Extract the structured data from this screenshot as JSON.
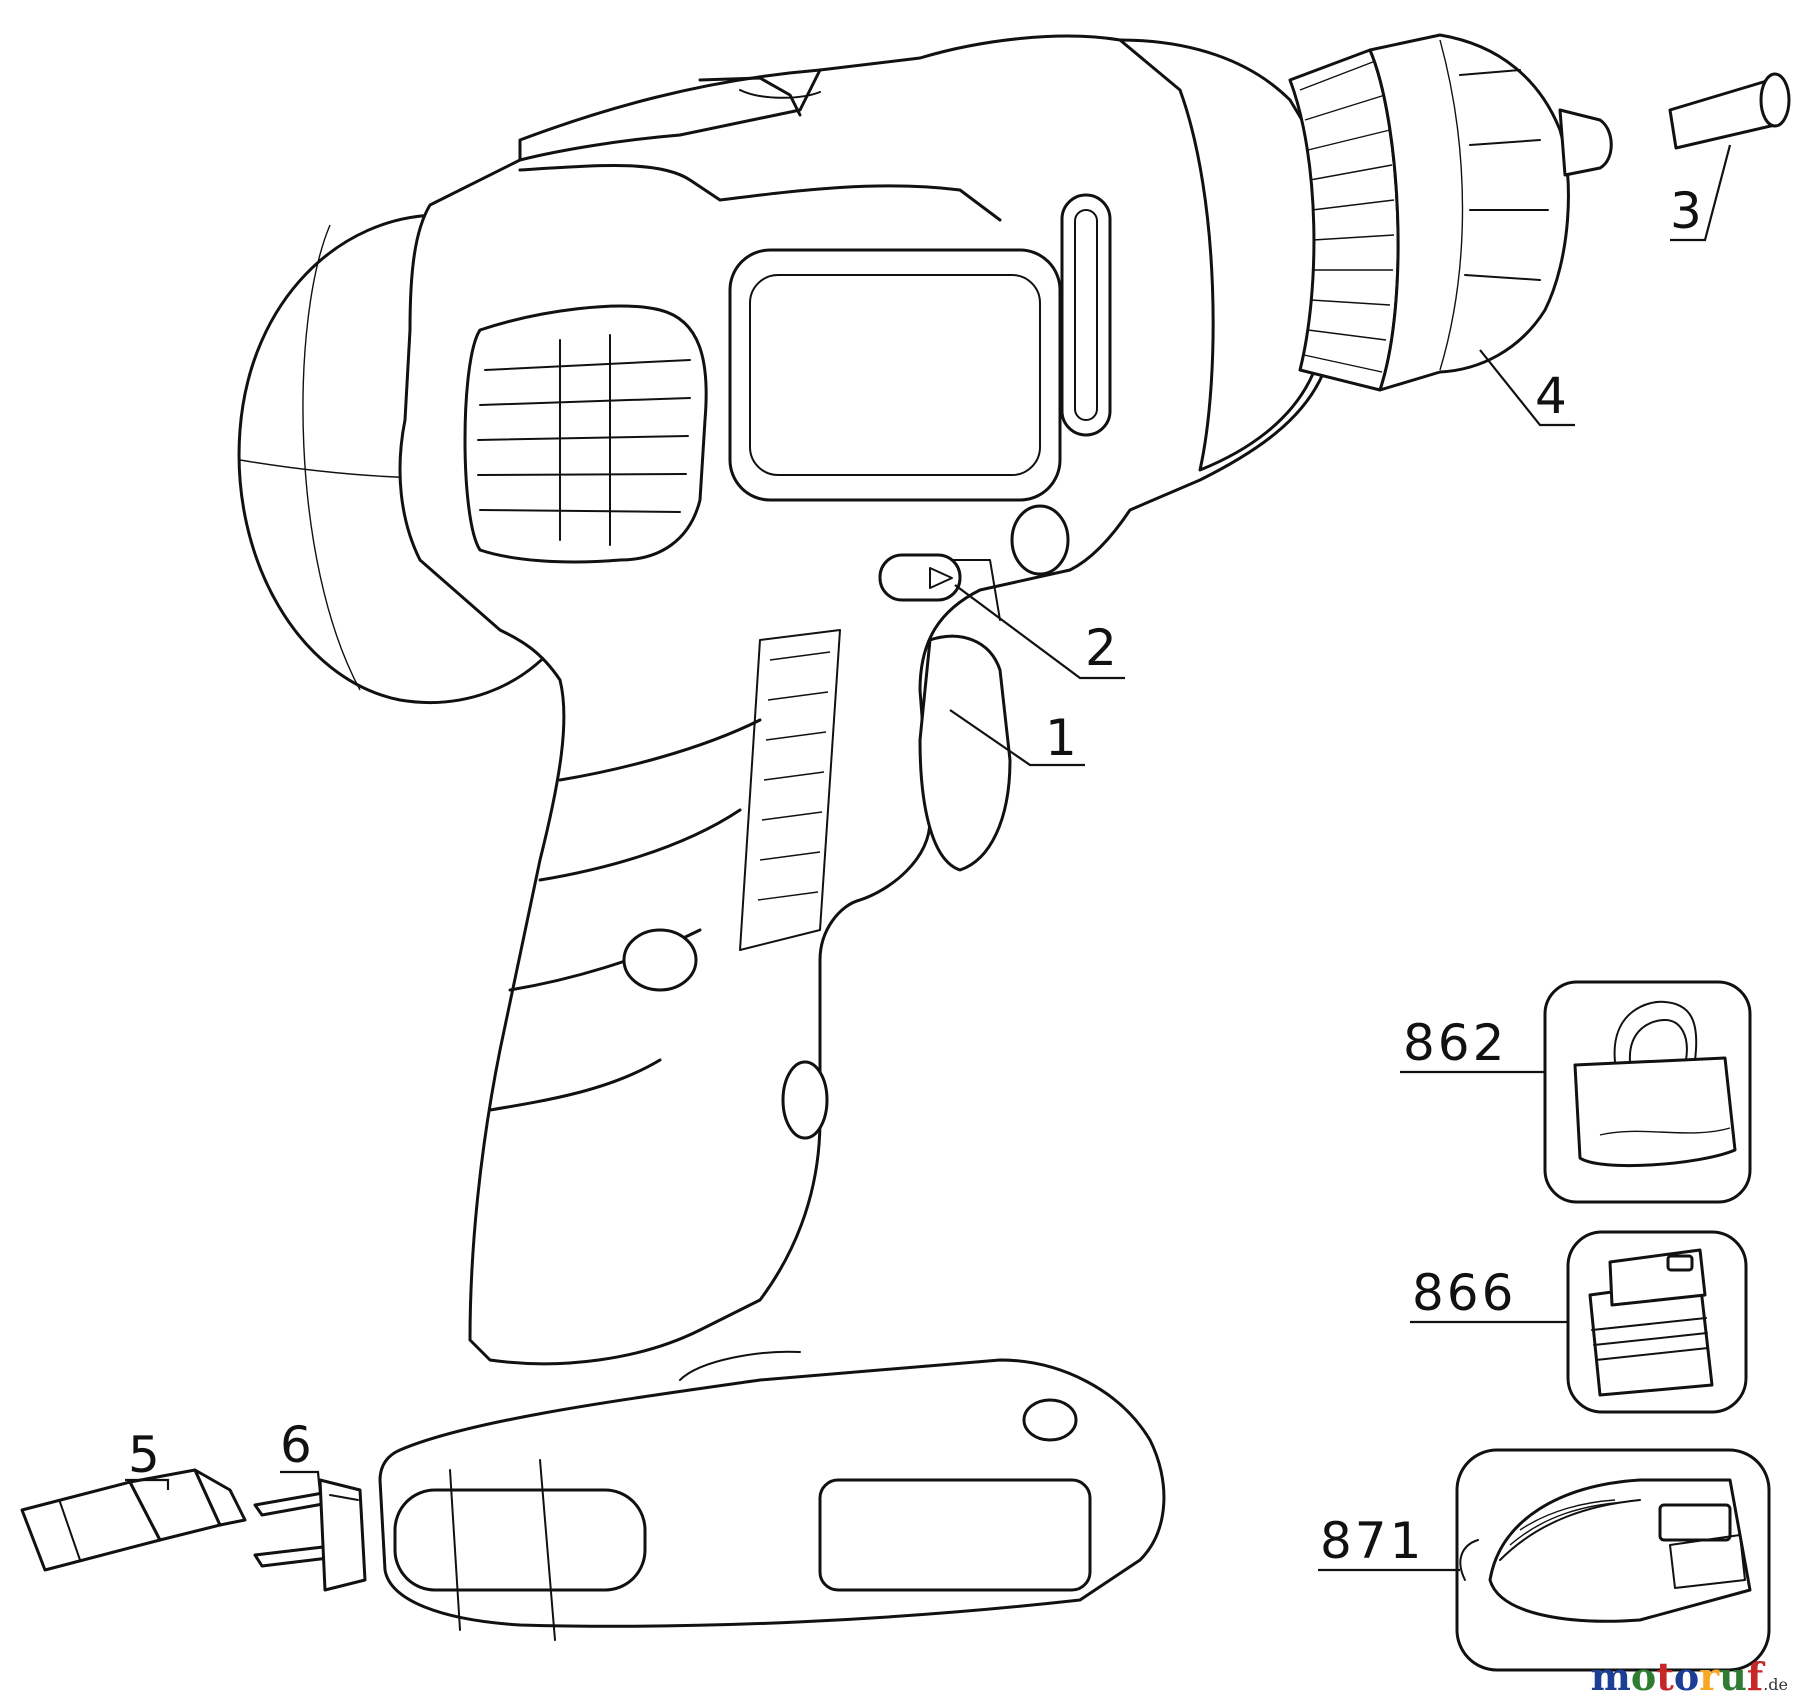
{
  "parts": [
    {
      "number": "1"
    },
    {
      "number": "2"
    },
    {
      "number": "3"
    },
    {
      "number": "4"
    },
    {
      "number": "5"
    },
    {
      "number": "6"
    }
  ],
  "accessories": [
    {
      "number": "862",
      "icon": "bag-icon"
    },
    {
      "number": "866",
      "icon": "battery-pack-icon"
    },
    {
      "number": "871",
      "icon": "charger-icon"
    }
  ],
  "watermark": {
    "letters": [
      "m",
      "o",
      "t",
      "o",
      "r",
      "u",
      "f"
    ],
    "colors": [
      "#1c3f95",
      "#2e7d32",
      "#c62828",
      "#1c3f95",
      "#f9a825",
      "#2e7d32",
      "#c62828"
    ],
    "suffix": ".de"
  }
}
